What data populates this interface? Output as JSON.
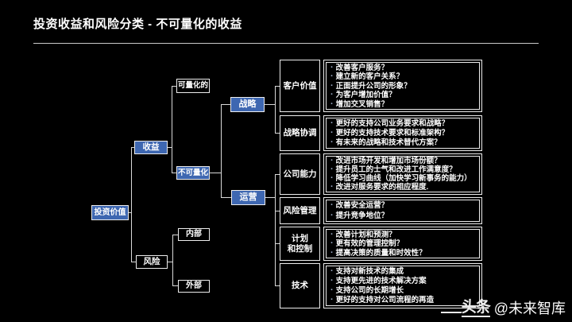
{
  "slide": {
    "title": "投资收益和风险分类 - 不可量化的收益",
    "watermark": {
      "brand": "头条",
      "handle": "@未来智库"
    }
  },
  "colors": {
    "background": "#000000",
    "node_blue": "#3E67B1",
    "box_border": "#EDEDED",
    "connector_gray": "#D9D9D9"
  },
  "tree": {
    "root": {
      "label": "投资价值"
    },
    "benefit": {
      "label": "收益"
    },
    "risk": {
      "label": "风险"
    },
    "quantifiable": {
      "label": "可量化的"
    },
    "unquantifiable": {
      "label": "不可量化"
    },
    "internal": {
      "label": "内部"
    },
    "external": {
      "label": "外部"
    },
    "strategy": {
      "label": "战略"
    },
    "operations": {
      "label": "运营"
    }
  },
  "categories": [
    {
      "label": "客户价值",
      "items": [
        "改善客户服务？",
        "建立新的客户关系？",
        "正面提升公司的形象？",
        "为客户增加价值？",
        "增加交叉销售？"
      ]
    },
    {
      "label": "战略协调",
      "items": [
        "更好的支持公司业务要求和战略？",
        "更好的支持技术要求和标准架构？",
        "有未来的战略和技术替代方案？"
      ]
    },
    {
      "label": "公司能力",
      "items": [
        "改进市场开发和增加市场份额？",
        "提升员工的士气和改进工作满意度？",
        "降低学习曲线（加快学习新事务的能力）",
        "改进对服务要求的相应程度."
      ]
    },
    {
      "label": "风险管理",
      "items": [
        "改善安全运营？",
        "提升竞争地位？"
      ]
    },
    {
      "label_lines": [
        "计划",
        "和控制"
      ],
      "items": [
        "改善计划和预测？",
        "更有效的管理控制？",
        "提高决策的质量和时效性？"
      ]
    },
    {
      "label": "技术",
      "items": [
        "支持对新技术的集成",
        "支持更先进的技术解决方案",
        "支持公司的长期增长",
        "更好的支持对公司流程的再造"
      ]
    }
  ]
}
